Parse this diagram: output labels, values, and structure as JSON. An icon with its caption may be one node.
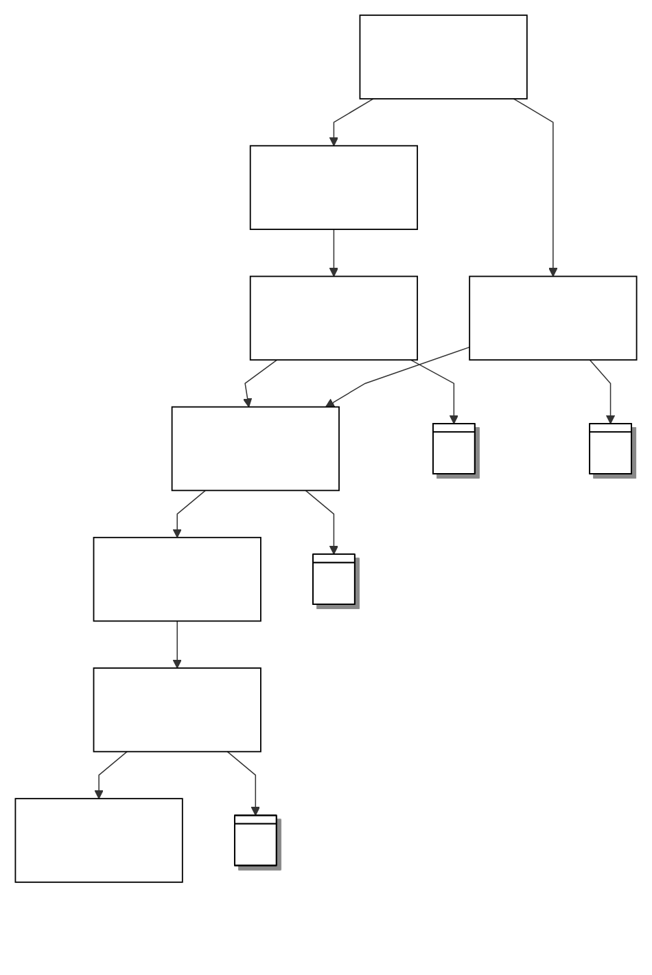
{
  "diagram": {
    "nodes": [
      {
        "text": [],
        "shape": "box"
      },
      {
        "text": [],
        "shape": "box"
      },
      {
        "text": [],
        "shape": "box"
      },
      {
        "text": [],
        "shape": "box"
      },
      {
        "text": [],
        "shape": "box"
      },
      {
        "text": [],
        "shape": "box"
      },
      {
        "text": [],
        "shape": "box"
      },
      {
        "text": [],
        "shape": "box"
      },
      {
        "text": [],
        "shape": "box"
      },
      {
        "text": [],
        "shape": "box"
      },
      {
        "text": [],
        "shape": "box"
      },
      {
        "text": [],
        "shape": "box"
      }
    ],
    "edges": [
      {
        "from": 0,
        "to": 4,
        "arrow": "to"
      },
      {
        "from": 0,
        "to": 1,
        "arrow": "to"
      },
      {
        "from": 1,
        "to": 2,
        "arrow": "to"
      },
      {
        "from": 2,
        "to": 6,
        "arrow": "to"
      },
      {
        "from": 2,
        "to": 3,
        "arrow": "to"
      },
      {
        "from": 4,
        "to": 6,
        "arrow": "to"
      },
      {
        "from": 4,
        "to": 5,
        "arrow": "to"
      },
      {
        "from": 6,
        "to": 8,
        "arrow": "to"
      },
      {
        "from": 6,
        "to": 7,
        "arrow": "to"
      },
      {
        "from": 8,
        "to": 9,
        "arrow": "to"
      },
      {
        "from": 9,
        "to": 11,
        "arrow": "to"
      },
      {
        "from": 9,
        "to": 10,
        "arrow": "to"
      }
    ]
  }
}
